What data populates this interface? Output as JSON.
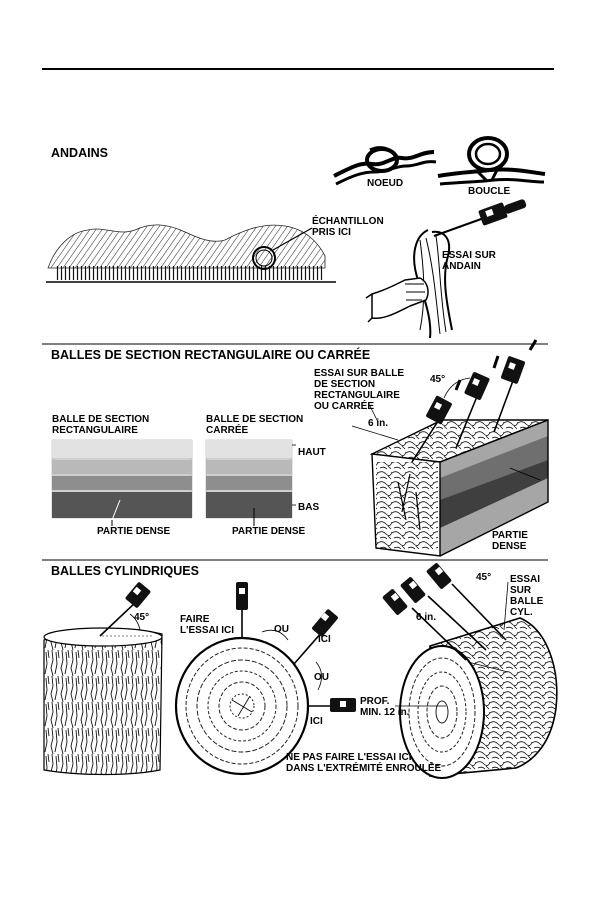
{
  "sections": {
    "andains": {
      "title": "ANDAINS",
      "knot_label": "NOEUD",
      "loop_label": "BOUCLE",
      "sample_label_1": "ÉCHANTILLON",
      "sample_label_2": "PRIS ICI",
      "test_label_1": "ESSAI SUR",
      "test_label_2": "ANDAIN"
    },
    "rectangular": {
      "title": "BALLES DE SECTION RECTANGULAIRE OU CARRÉE",
      "rect_bale_1": "BALLE DE SECTION",
      "rect_bale_2": "RECTANGULAIRE",
      "square_bale_1": "BALLE DE SECTION",
      "square_bale_2": "CARRÉE",
      "top_label": "HAUT",
      "bottom_label": "BAS",
      "dense_left": "PARTIE DENSE",
      "dense_mid": "PARTIE DENSE",
      "dense_right_1": "PARTIE",
      "dense_right_2": "DENSE",
      "test_1": "ESSAI SUR BALLE",
      "test_2": "DE SECTION",
      "test_3": "RECTANGULAIRE",
      "test_4": "OU CARRÉE",
      "angle": "45°",
      "distance": "6 in."
    },
    "cylindrical": {
      "title": "BALLES CYLINDRIQUES",
      "angle_left": "45°",
      "do_test_1": "FAIRE",
      "do_test_2": "L'ESSAI ICI",
      "or_1": "OU",
      "here_1": "ICI",
      "or_2": "OU",
      "here_2": "ICI",
      "depth_1": "PROF.",
      "depth_2": "MIN. 12 in.",
      "warning_1": "NE PAS FAIRE L'ESSAI ICI,",
      "warning_2": "DANS L'EXTRÉMITÉ ENROULÉE",
      "distance": "6 in.",
      "angle_right": "45°",
      "test_1": "ESSAI",
      "test_2": "SUR",
      "test_3": "BALLE",
      "test_4": "CYL."
    }
  }
}
